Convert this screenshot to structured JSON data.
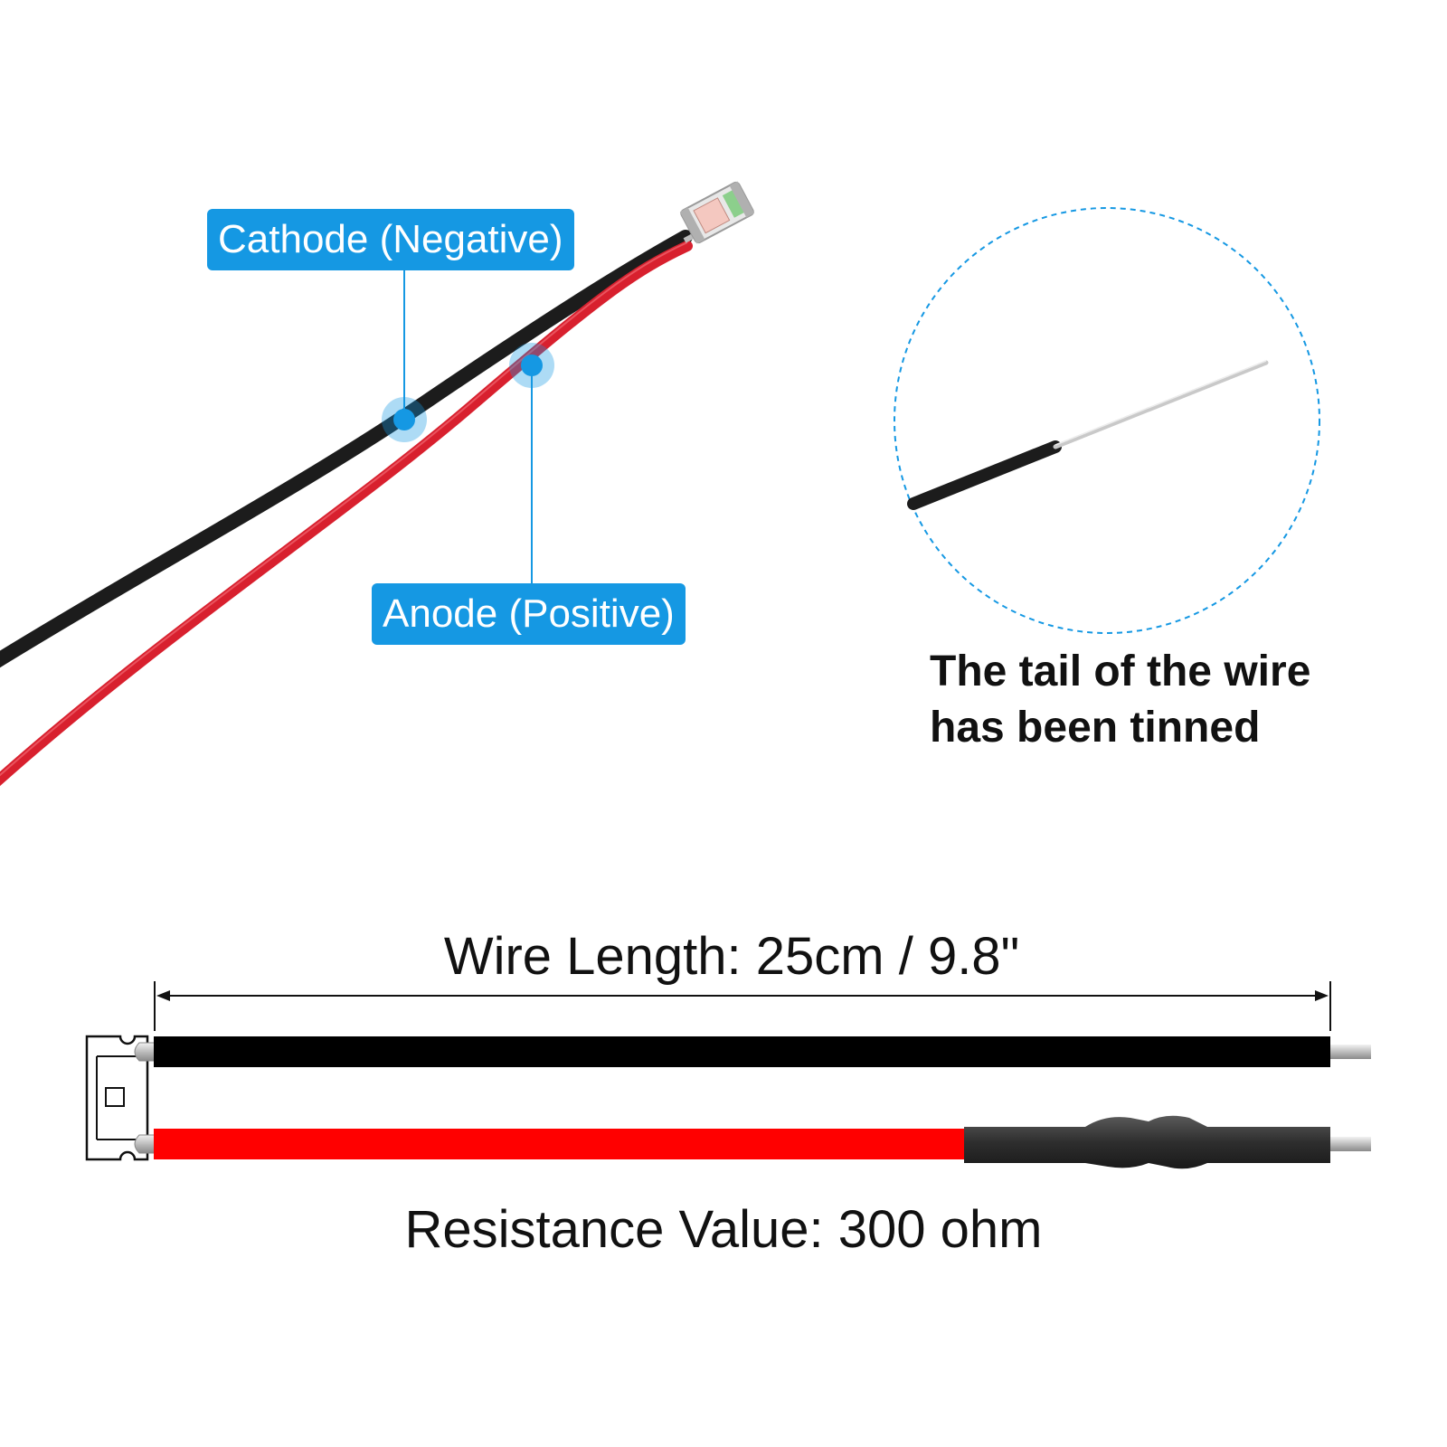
{
  "callouts": {
    "cathode": "Cathode (Negative)",
    "anode": "Anode (Positive)"
  },
  "tinned_note": {
    "line1": "The tail of the wire",
    "line2": "has been tinned"
  },
  "dimensions": {
    "wire_length": "Wire Length: 25cm / 9.8\"",
    "resistance": "Resistance Value: 300 ohm"
  },
  "colors": {
    "callout_blue": "#1598e3",
    "black_wire": "#000000",
    "red_wire": "#ff0000",
    "shrink_tube": "#3a3a3a"
  }
}
